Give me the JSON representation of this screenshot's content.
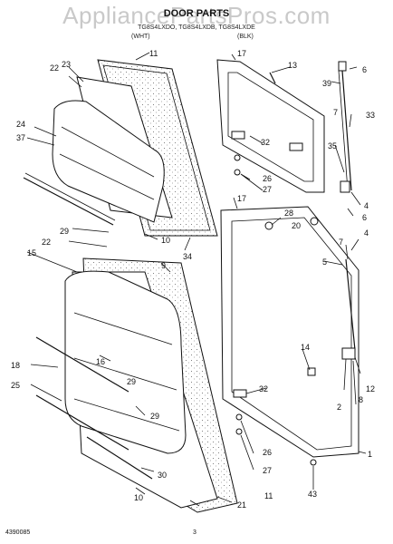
{
  "watermark": "AppliancePartsPros.com",
  "header": {
    "title": "DOOR PARTS",
    "model_line": "TG8S4LXDO, TG8S4LXDB, TG8S4LXDE",
    "note_left": "(WHT)",
    "note_right": "(BLK)"
  },
  "footer": {
    "part_number": "4390085",
    "page": "3"
  },
  "callouts": [
    "23",
    "22",
    "11",
    "24",
    "37",
    "29",
    "10",
    "34",
    "22",
    "15",
    "9",
    "18",
    "16",
    "29",
    "25",
    "29",
    "30",
    "10",
    "21",
    "11",
    "17",
    "13",
    "39",
    "6",
    "7",
    "33",
    "32",
    "26",
    "27",
    "35",
    "4",
    "17",
    "28",
    "20",
    "6",
    "7",
    "4",
    "5",
    "14",
    "32",
    "26",
    "27",
    "2",
    "8",
    "12",
    "1",
    "43"
  ],
  "colors": {
    "ink": "#111111",
    "watermark": "#c9c9c9"
  }
}
